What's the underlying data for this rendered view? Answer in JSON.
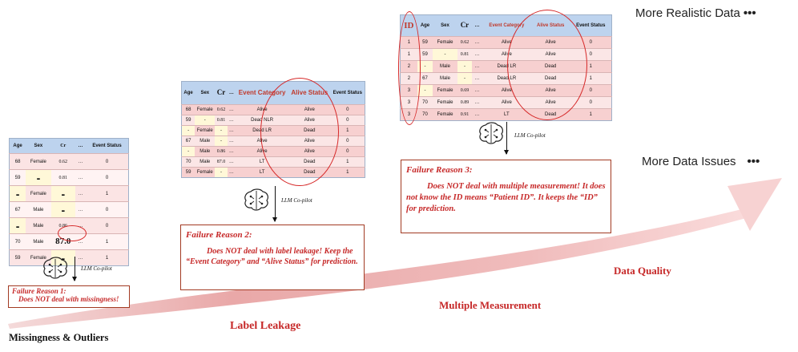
{
  "copilot_label": "LLM Co-pilot",
  "stages": {
    "missingness": "Missingness  &  Outliers",
    "label_leakage": "Label Leakage",
    "multiple_measurement": "Multiple Measurement",
    "data_quality": "Data Quality"
  },
  "more": {
    "realistic": "More Realistic Data",
    "issues": "More Data Issues",
    "dots": "•••"
  },
  "failures": [
    {
      "title": "Failure Reason 1:",
      "body": "Does NOT deal with missingness!"
    },
    {
      "title": "Failure Reason 2:",
      "body": "Does NOT deal with label leakage! Keep the “Event Category” and “Alive Status” for prediction."
    },
    {
      "title": "Failure Reason 3:",
      "body": "Does NOT deal with multiple measurement! It does not know the ID means “Patient ID”. It keeps the “ID” for prediction."
    }
  ],
  "table1": {
    "headers": [
      "Age",
      "Sex",
      "Cr",
      "…",
      "Event Status"
    ],
    "rows": [
      [
        "68",
        "Female",
        "0.62",
        "…",
        "0"
      ],
      [
        "59",
        "-",
        "0.81",
        "…",
        "0"
      ],
      [
        "-",
        "Female",
        "-",
        "…",
        "1"
      ],
      [
        "67",
        "Male",
        "-",
        "…",
        "0"
      ],
      [
        "-",
        "Male",
        "0.86",
        "…",
        "0"
      ],
      [
        "70",
        "Male",
        "87.0",
        "…",
        "1"
      ],
      [
        "59",
        "Female",
        "-",
        "…",
        "1"
      ]
    ]
  },
  "table2": {
    "headers": [
      "Age",
      "Sex",
      "Cr",
      "…",
      "Event Category",
      "Alive Status",
      "Event Status"
    ],
    "rows": [
      [
        "68",
        "Female",
        "0.62",
        "…",
        "Alive",
        "Alive",
        "0"
      ],
      [
        "59",
        "-",
        "0.81",
        "…",
        "Dead NLR",
        "Alive",
        "0"
      ],
      [
        "-",
        "Female",
        "-",
        "…",
        "Dead LR",
        "Dead",
        "1"
      ],
      [
        "67",
        "Male",
        "-",
        "…",
        "Alive",
        "Alive",
        "0"
      ],
      [
        "-",
        "Male",
        "0.86",
        "…",
        "Alive",
        "Alive",
        "0"
      ],
      [
        "70",
        "Male",
        "87.0",
        "…",
        "LT",
        "Dead",
        "1"
      ],
      [
        "59",
        "Female",
        "-",
        "…",
        "LT",
        "Dead",
        "1"
      ]
    ]
  },
  "table3": {
    "headers": [
      "ID",
      "Age",
      "Sex",
      "Cr",
      "…",
      "Event Category",
      "Alive Status",
      "Event Status"
    ],
    "rows": [
      [
        "1",
        "59",
        "Female",
        "0.62",
        "…",
        "Alive",
        "Alive",
        "0"
      ],
      [
        "1",
        "59",
        "-",
        "0.81",
        "…",
        "Alive",
        "Alive",
        "0"
      ],
      [
        "2",
        "-",
        "Male",
        "-",
        "…",
        "Dead LR",
        "Dead",
        "1"
      ],
      [
        "2",
        "67",
        "Male",
        "-",
        "…",
        "Dead LR",
        "Dead",
        "1"
      ],
      [
        "3",
        "-",
        "Female",
        "0.69",
        "…",
        "Alive",
        "Alive",
        "0"
      ],
      [
        "3",
        "70",
        "Female",
        "0.89",
        "…",
        "Alive",
        "Alive",
        "0"
      ],
      [
        "3",
        "70",
        "Female",
        "0.91",
        "…",
        "LT",
        "Dead",
        "1"
      ]
    ]
  }
}
